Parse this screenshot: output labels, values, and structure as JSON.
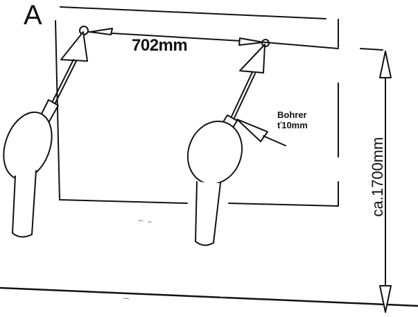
{
  "diagram": {
    "panel_letter": "A",
    "hole_spacing": "702mm",
    "drill_label_line1": "Bohrer",
    "drill_label_line2": "ť10mm",
    "mounting_height": "ca.1700mm"
  },
  "colors": {
    "ink": "#111111",
    "paper": "#ffffff"
  },
  "icons": [
    "drill-icon-left",
    "drill-icon-right",
    "drill-hole-icon"
  ]
}
